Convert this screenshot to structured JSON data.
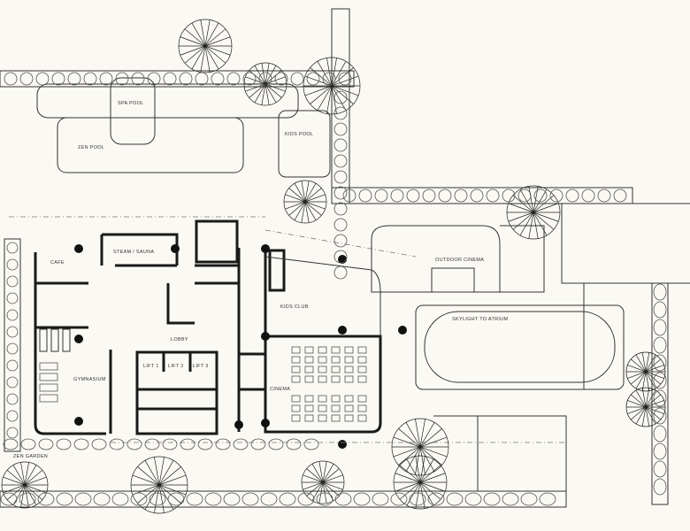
{
  "plan": {
    "title": "Amenities floor plan",
    "labels": {
      "spa_pool": "SPA POOL",
      "zen_pool": "ZEN POOL",
      "kids_pool": "KIDS POOL",
      "cafe": "CAFE",
      "steam_sauna": "STEAM / SAUNA",
      "lobby": "LOBBY",
      "lift1": "LIFT 1",
      "lift2": "LIFT 2",
      "lift3": "LIFT 3",
      "gymnasium": "GYMNASIUM",
      "kids_club": "KIDS CLUB",
      "cinema": "CINEMA",
      "outdoor_cinema": "OUTDOOR CINEMA",
      "skylight": "SKYLIGHT TO ATRIUM",
      "zen_garden": "ZEN GARDEN"
    },
    "colors": {
      "background": "#fbf9f3",
      "ink": "#1a1a1a"
    }
  }
}
